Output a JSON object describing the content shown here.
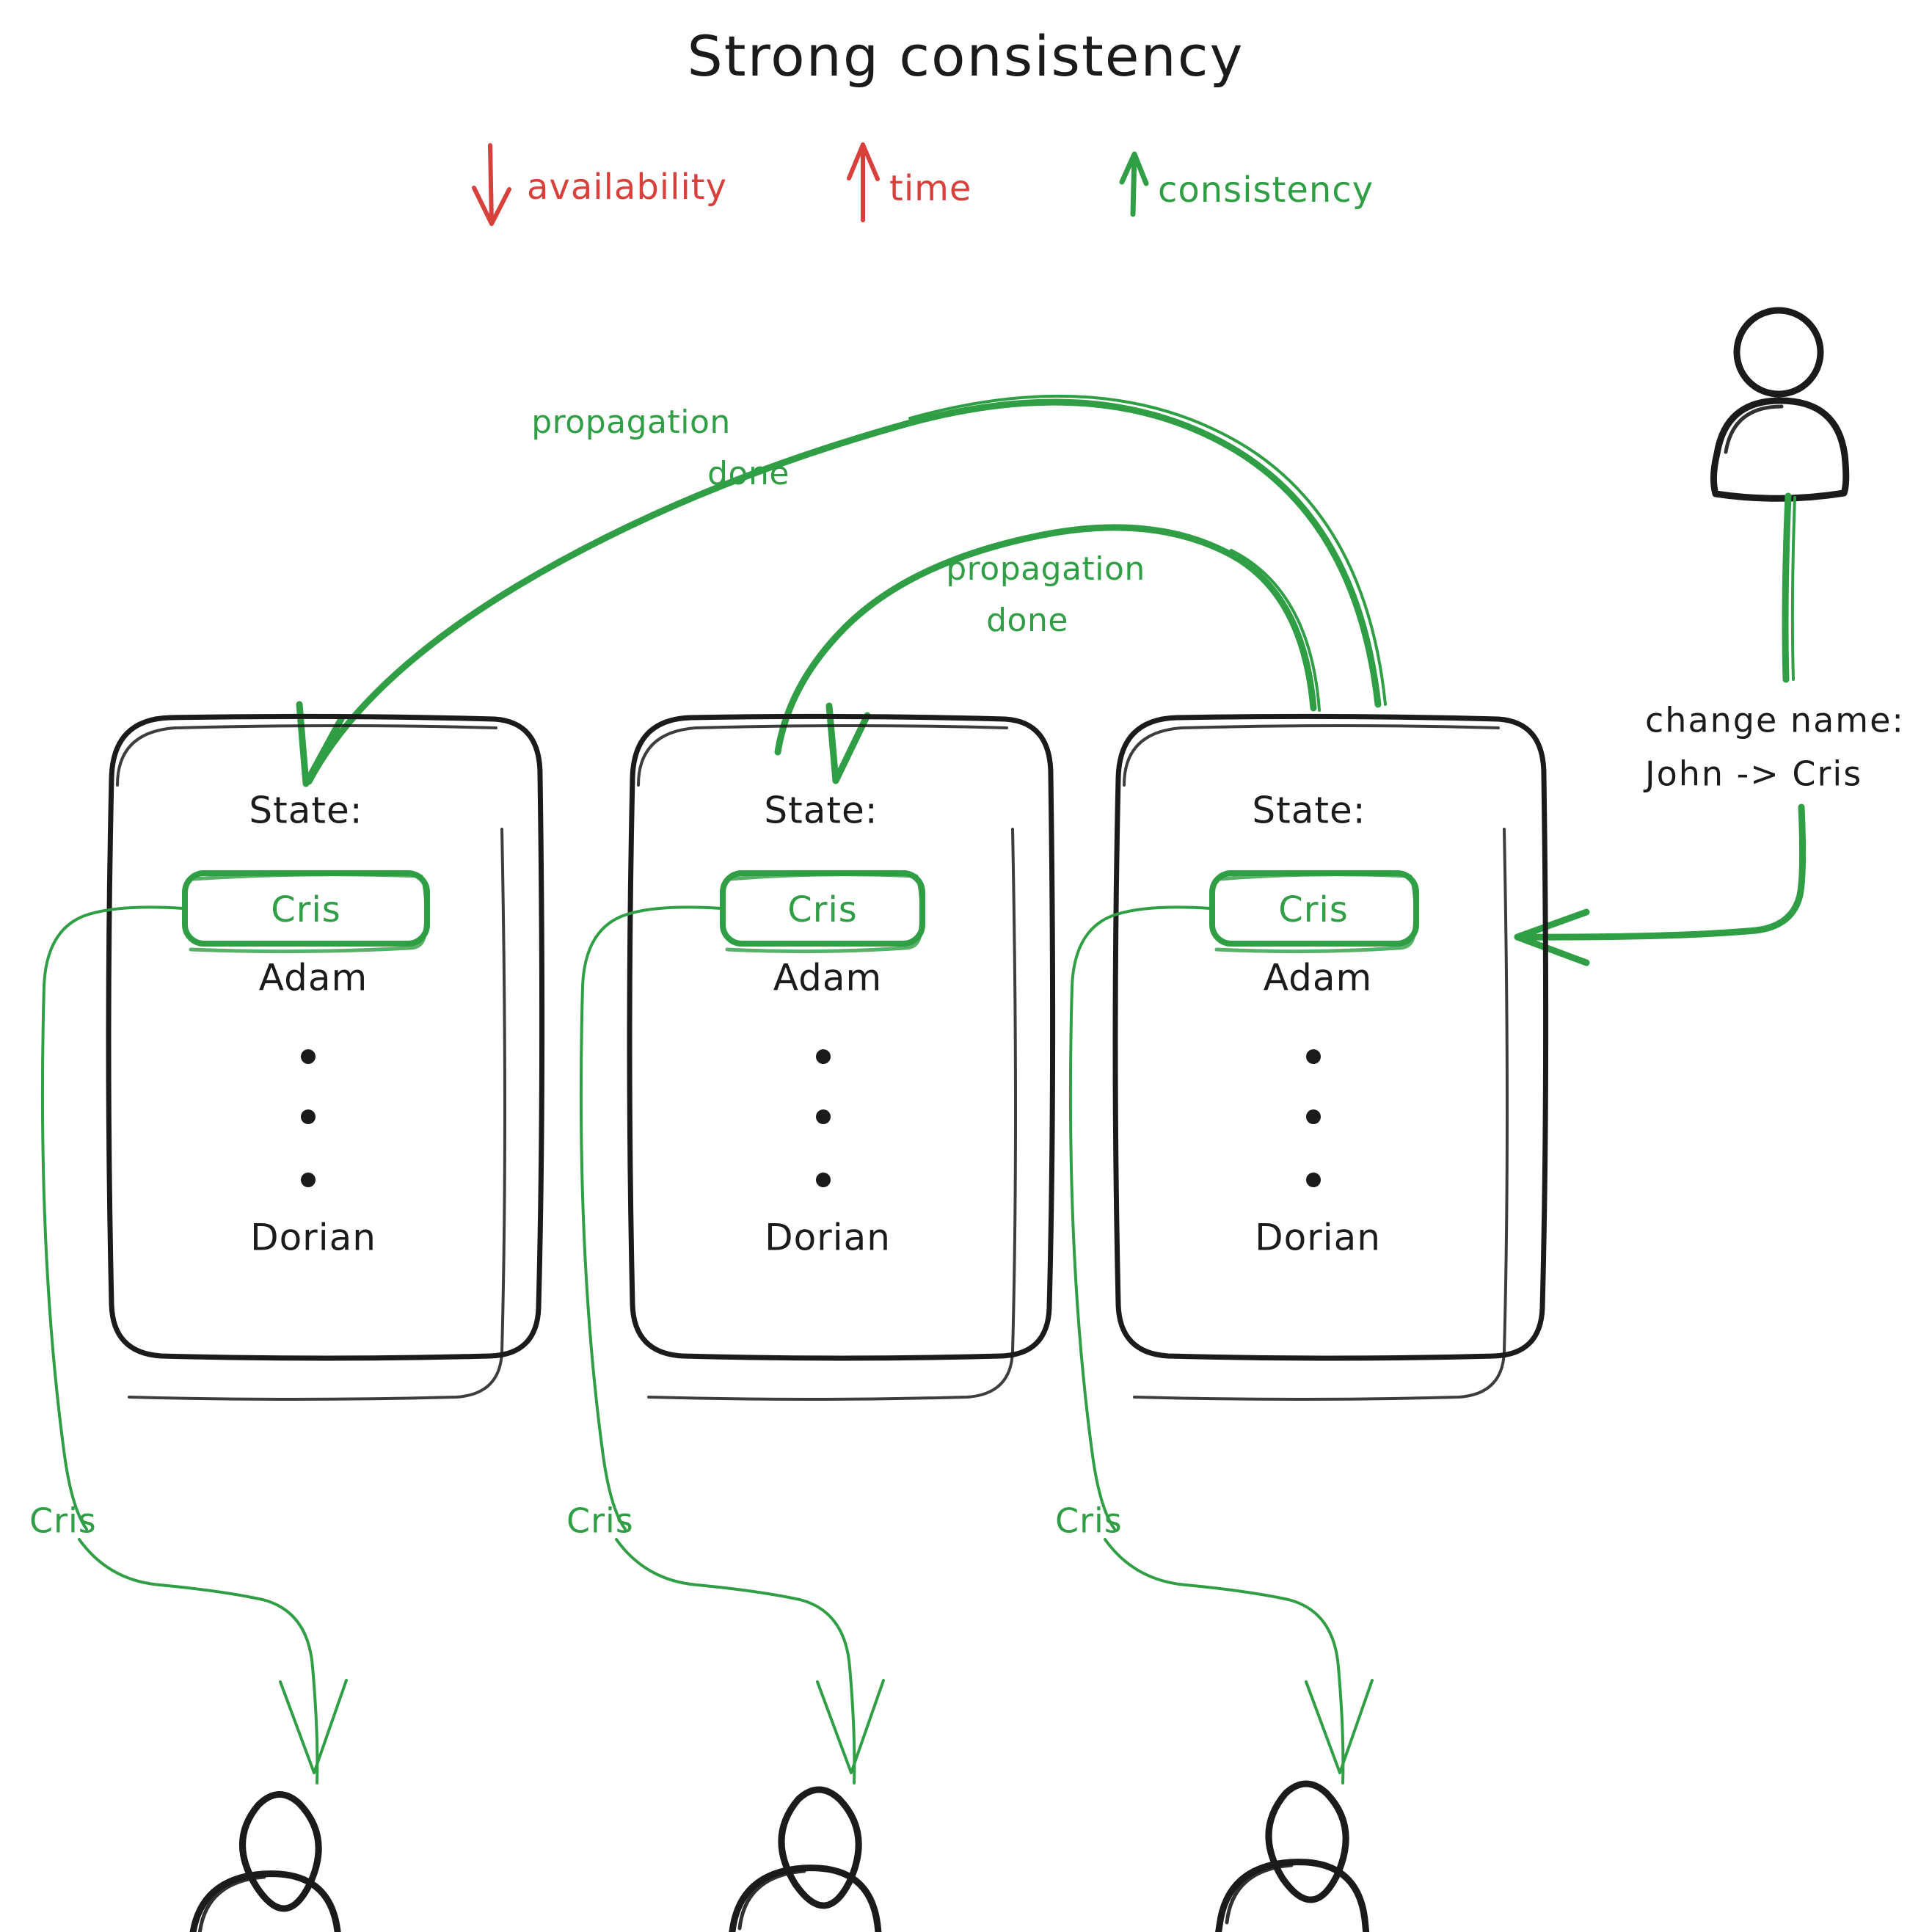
{
  "title": "Strong consistency",
  "legend": [
    {
      "arrow": "down-arrow-icon",
      "label": "availability",
      "color": "#d8413b",
      "direction": "down"
    },
    {
      "arrow": "up-arrow-icon",
      "label": "time",
      "color": "#d8413b",
      "direction": "up"
    },
    {
      "arrow": "up-arrow-icon",
      "label": "consistency",
      "color": "#2f9e44",
      "direction": "up"
    }
  ],
  "colors": {
    "green": "#2f9e44",
    "red": "#d8413b",
    "ink": "#1b1b1b"
  },
  "nodes": [
    {
      "state_label": "State:",
      "highlighted_value": "Cris",
      "entries": [
        "Adam"
      ],
      "ellipsis_dots": 3,
      "last_entry": "Dorian",
      "read_reply": "Cris"
    },
    {
      "state_label": "State:",
      "highlighted_value": "Cris",
      "entries": [
        "Adam"
      ],
      "ellipsis_dots": 3,
      "last_entry": "Dorian",
      "read_reply": "Cris"
    },
    {
      "state_label": "State:",
      "highlighted_value": "Cris",
      "entries": [
        "Adam"
      ],
      "ellipsis_dots": 3,
      "last_entry": "Dorian",
      "read_reply": "Cris"
    }
  ],
  "propagation_labels": [
    {
      "line1": "propagation",
      "line2": "done"
    },
    {
      "line1": "propagation",
      "line2": "done"
    }
  ],
  "write_command": {
    "line1": "change name:",
    "line2": "John -> Cris"
  },
  "actors": {
    "writer": "user-icon",
    "readers": [
      "user-icon",
      "user-icon",
      "user-icon"
    ]
  }
}
